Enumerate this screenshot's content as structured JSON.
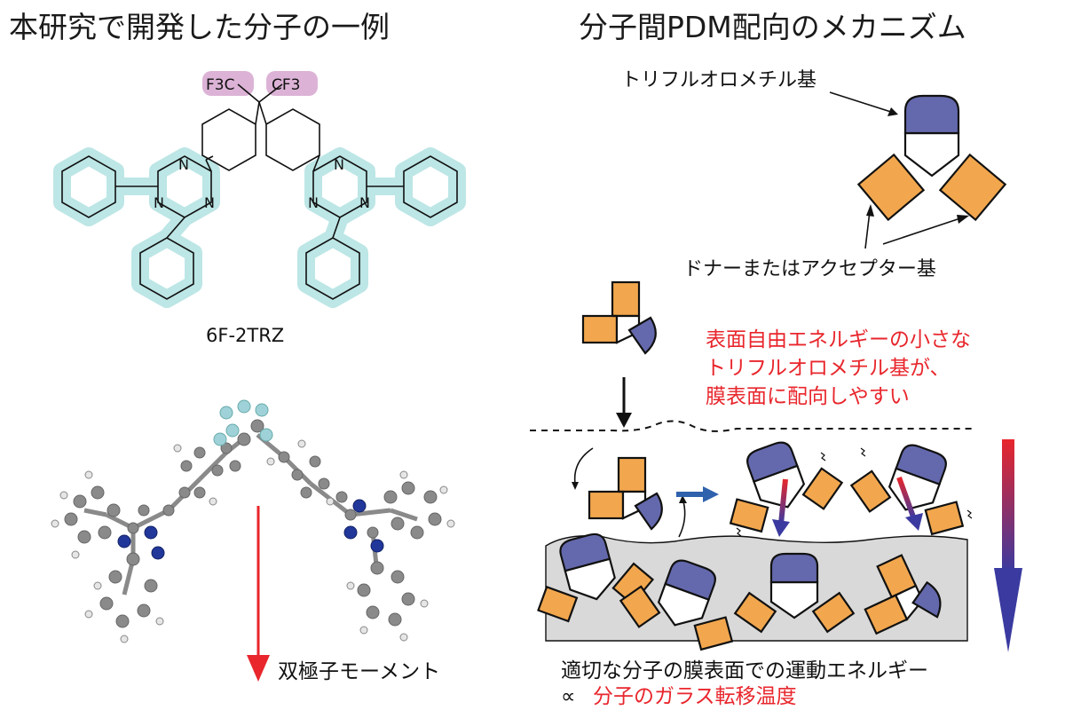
{
  "left_panel": {
    "title": "本研究で開発した分子の一例",
    "structure": {
      "group_left": "F3C",
      "group_right": "CF3",
      "atom_label": "N",
      "molecule_name": "6F-2TRZ"
    },
    "model_3d": {
      "dipole_label": "双極子モーメント"
    }
  },
  "right_panel": {
    "title": "分子間PDM配向のメカニズム",
    "legend": {
      "cap_label": "トリフルオロメチル基",
      "arm_label": "ドナーまたはアクセプター基"
    },
    "red_note": [
      "表面自由エネルギーの小さな",
      "トリフルオロメチル基が、",
      "膜表面に配向しやすい"
    ],
    "bottom_note_line1": "適切な分子の膜表面での運動エネルギー",
    "bottom_note_symbol": "∝",
    "bottom_note_red": "分子のガラス転移温度"
  },
  "colors": {
    "orange": "#f2a74e",
    "blue_cap": "#6469ad",
    "cyan_highlight": "#bde6e6",
    "pink_highlight": "#dcb3d6",
    "red_text": "#e8262c",
    "film_gray": "#d9d9d9",
    "arrow_blue": "#2f61ad"
  }
}
